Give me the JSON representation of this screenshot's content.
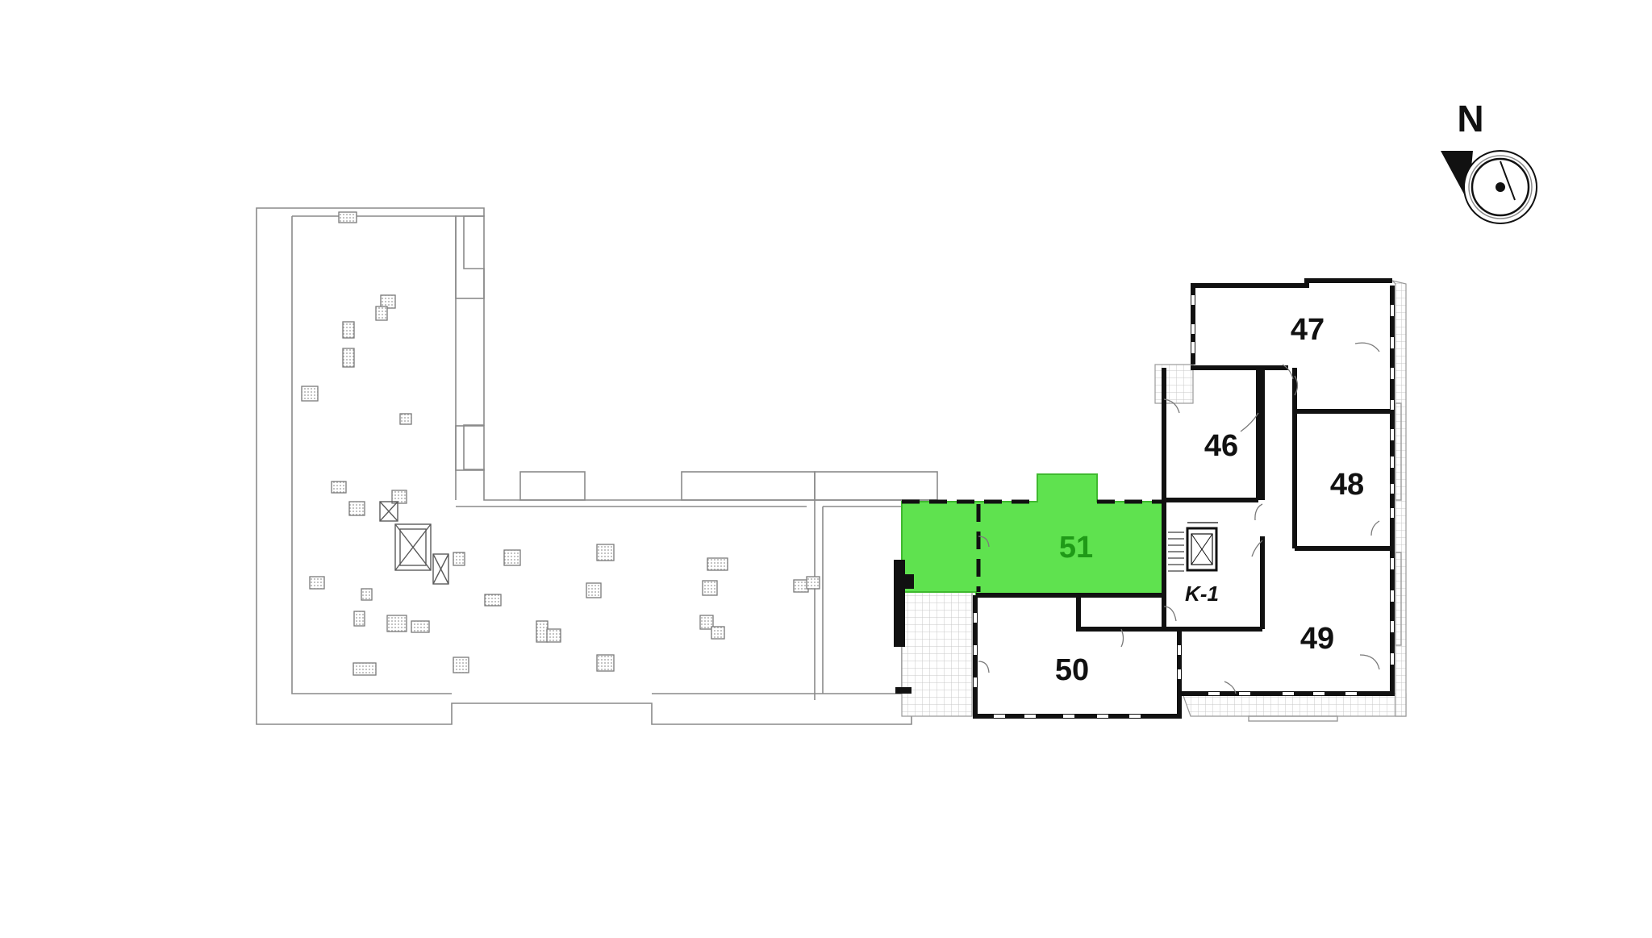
{
  "compass": {
    "label": "N",
    "icon": "north-arrow-icon"
  },
  "units": [
    {
      "id": "unit-46",
      "label": "46",
      "selected": false
    },
    {
      "id": "unit-47",
      "label": "47",
      "selected": false
    },
    {
      "id": "unit-48",
      "label": "48",
      "selected": false
    },
    {
      "id": "unit-49",
      "label": "49",
      "selected": false
    },
    {
      "id": "unit-50",
      "label": "50",
      "selected": false
    },
    {
      "id": "unit-51",
      "label": "51",
      "selected": true
    }
  ],
  "stair_label": "K-1",
  "colors": {
    "selected_fill": "#5fe24f",
    "selected_text": "#1f9a17",
    "wall": "#111111",
    "roof_line": "#8a8a8a",
    "background": "#ffffff"
  }
}
